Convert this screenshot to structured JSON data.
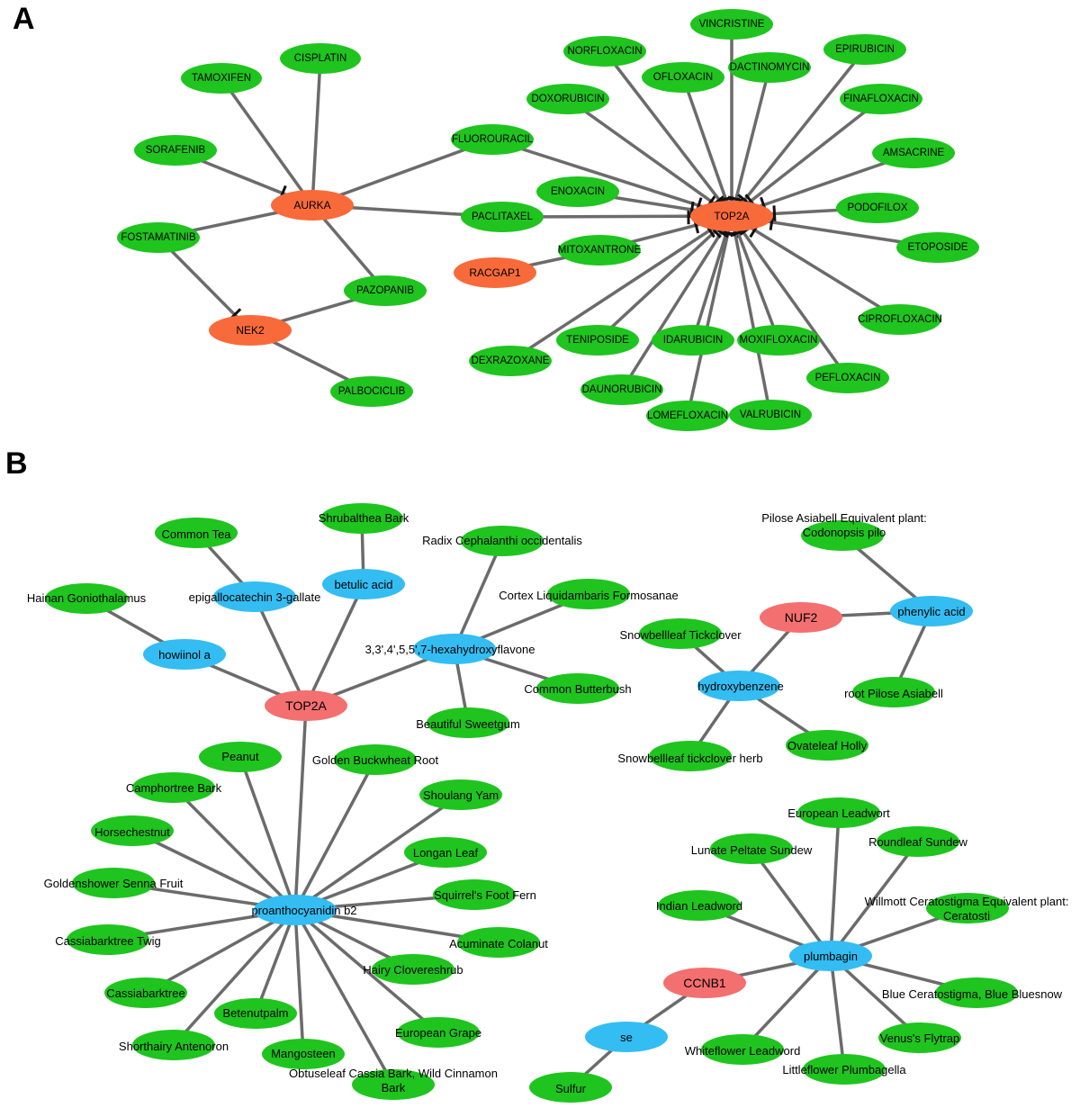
{
  "figure": {
    "panel_a_label": "A",
    "panel_b_label": "B",
    "colors": {
      "drug": "#1fc41f",
      "target_a": "#f96a3a",
      "target_b": "#f46f6f",
      "compound": "#33bdf2",
      "edge": "#6b6b6b",
      "inhibit_bar": "#111111",
      "text": "#000000"
    }
  },
  "panel_a": {
    "nodes": [
      {
        "id": "AURKA",
        "label": "AURKA",
        "kind": "target"
      },
      {
        "id": "NEK2",
        "label": "NEK2",
        "kind": "target"
      },
      {
        "id": "TOP2A",
        "label": "TOP2A",
        "kind": "target"
      },
      {
        "id": "RACGAP1",
        "label": "RACGAP1",
        "kind": "target"
      },
      {
        "id": "TAMOXIFEN",
        "label": "TAMOXIFEN",
        "kind": "drug"
      },
      {
        "id": "CISPLATIN",
        "label": "CISPLATIN",
        "kind": "drug"
      },
      {
        "id": "SORAFENIB",
        "label": "SORAFENIB",
        "kind": "drug"
      },
      {
        "id": "FOSTAMATINIB",
        "label": "FOSTAMATINIB",
        "kind": "drug"
      },
      {
        "id": "PAZOPANIB",
        "label": "PAZOPANIB",
        "kind": "drug"
      },
      {
        "id": "PALBOCICLIB",
        "label": "PALBOCICLIB",
        "kind": "drug"
      },
      {
        "id": "FLUOROURACIL",
        "label": "FLUOROURACIL",
        "kind": "drug"
      },
      {
        "id": "PACLITAXEL",
        "label": "PACLITAXEL",
        "kind": "drug"
      },
      {
        "id": "ENOXACIN",
        "label": "ENOXACIN",
        "kind": "drug"
      },
      {
        "id": "MITOXANTRONE",
        "label": "MITOXANTRONE",
        "kind": "drug"
      },
      {
        "id": "DOXORUBICIN",
        "label": "DOXORUBICIN",
        "kind": "drug"
      },
      {
        "id": "NORFLOXACIN",
        "label": "NORFLOXACIN",
        "kind": "drug"
      },
      {
        "id": "OFLOXACIN",
        "label": "OFLOXACIN",
        "kind": "drug"
      },
      {
        "id": "VINCRISTINE",
        "label": "VINCRISTINE",
        "kind": "drug"
      },
      {
        "id": "DACTINOMYCIN",
        "label": "DACTINOMYCIN",
        "kind": "drug"
      },
      {
        "id": "EPIRUBICIN",
        "label": "EPIRUBICIN",
        "kind": "drug"
      },
      {
        "id": "FINAFLOXACIN",
        "label": "FINAFLOXACIN",
        "kind": "drug"
      },
      {
        "id": "AMSACRINE",
        "label": "AMSACRINE",
        "kind": "drug"
      },
      {
        "id": "PODOFILOX",
        "label": "PODOFILOX",
        "kind": "drug"
      },
      {
        "id": "ETOPOSIDE",
        "label": "ETOPOSIDE",
        "kind": "drug"
      },
      {
        "id": "CIPROFLOXACIN",
        "label": "CIPROFLOXACIN",
        "kind": "drug"
      },
      {
        "id": "PEFLOXACIN",
        "label": "PEFLOXACIN",
        "kind": "drug"
      },
      {
        "id": "VALRUBICIN",
        "label": "VALRUBICIN",
        "kind": "drug"
      },
      {
        "id": "MOXIFLOXACIN",
        "label": "MOXIFLOXACIN",
        "kind": "drug"
      },
      {
        "id": "LOMEFLOXACIN",
        "label": "LOMEFLOXACIN",
        "kind": "drug"
      },
      {
        "id": "IDARUBICIN",
        "label": "IDARUBICIN",
        "kind": "drug"
      },
      {
        "id": "DAUNORUBICIN",
        "label": "DAUNORUBICIN",
        "kind": "drug"
      },
      {
        "id": "TENIPOSIDE",
        "label": "TENIPOSIDE",
        "kind": "drug"
      },
      {
        "id": "DEXRAZOXANE",
        "label": "DEXRAZOXANE",
        "kind": "drug"
      }
    ],
    "edges": [
      {
        "from": "TAMOXIFEN",
        "to": "AURKA"
      },
      {
        "from": "CISPLATIN",
        "to": "AURKA"
      },
      {
        "from": "SORAFENIB",
        "to": "AURKA",
        "inhibits": true
      },
      {
        "from": "FOSTAMATINIB",
        "to": "AURKA"
      },
      {
        "from": "PAZOPANIB",
        "to": "AURKA"
      },
      {
        "from": "FLUOROURACIL",
        "to": "AURKA"
      },
      {
        "from": "PACLITAXEL",
        "to": "AURKA"
      },
      {
        "from": "FOSTAMATINIB",
        "to": "NEK2",
        "inhibits": true
      },
      {
        "from": "PAZOPANIB",
        "to": "NEK2"
      },
      {
        "from": "PALBOCICLIB",
        "to": "NEK2"
      },
      {
        "from": "FLUOROURACIL",
        "to": "TOP2A",
        "inhibits": true
      },
      {
        "from": "PACLITAXEL",
        "to": "TOP2A",
        "inhibits": true
      },
      {
        "from": "ENOXACIN",
        "to": "TOP2A",
        "inhibits": true
      },
      {
        "from": "MITOXANTRONE",
        "to": "TOP2A",
        "inhibits": true
      },
      {
        "from": "RACGAP1",
        "to": "MITOXANTRONE"
      },
      {
        "from": "DOXORUBICIN",
        "to": "TOP2A",
        "inhibits": true
      },
      {
        "from": "NORFLOXACIN",
        "to": "TOP2A",
        "inhibits": true
      },
      {
        "from": "OFLOXACIN",
        "to": "TOP2A",
        "inhibits": true
      },
      {
        "from": "VINCRISTINE",
        "to": "TOP2A",
        "inhibits": true
      },
      {
        "from": "DACTINOMYCIN",
        "to": "TOP2A",
        "inhibits": true
      },
      {
        "from": "EPIRUBICIN",
        "to": "TOP2A",
        "inhibits": true
      },
      {
        "from": "FINAFLOXACIN",
        "to": "TOP2A",
        "inhibits": true
      },
      {
        "from": "AMSACRINE",
        "to": "TOP2A",
        "inhibits": true
      },
      {
        "from": "PODOFILOX",
        "to": "TOP2A",
        "inhibits": true
      },
      {
        "from": "ETOPOSIDE",
        "to": "TOP2A",
        "inhibits": true
      },
      {
        "from": "CIPROFLOXACIN",
        "to": "TOP2A",
        "inhibits": true
      },
      {
        "from": "PEFLOXACIN",
        "to": "TOP2A",
        "inhibits": true
      },
      {
        "from": "VALRUBICIN",
        "to": "TOP2A",
        "inhibits": true
      },
      {
        "from": "MOXIFLOXACIN",
        "to": "TOP2A",
        "inhibits": true
      },
      {
        "from": "LOMEFLOXACIN",
        "to": "TOP2A",
        "inhibits": true
      },
      {
        "from": "IDARUBICIN",
        "to": "TOP2A",
        "inhibits": true
      },
      {
        "from": "DAUNORUBICIN",
        "to": "TOP2A",
        "inhibits": true
      },
      {
        "from": "TENIPOSIDE",
        "to": "TOP2A",
        "inhibits": true
      },
      {
        "from": "DEXRAZOXANE",
        "to": "TOP2A",
        "inhibits": true
      }
    ]
  },
  "panel_b": {
    "nodes": [
      {
        "id": "TOP2A",
        "label": "TOP2A",
        "kind": "target"
      },
      {
        "id": "NUF2",
        "label": "NUF2",
        "kind": "target"
      },
      {
        "id": "CCNB1",
        "label": "CCNB1",
        "kind": "target"
      },
      {
        "id": "howiinol_a",
        "label": "howiinol a",
        "kind": "compound"
      },
      {
        "id": "egcg",
        "label": "epigallocatechin 3-gallate",
        "kind": "compound"
      },
      {
        "id": "betulic_acid",
        "label": "betulic acid",
        "kind": "compound"
      },
      {
        "id": "hexahydroxyflavone",
        "label": "3,3',4',5,5',7-hexahydroxyflavone",
        "kind": "compound"
      },
      {
        "id": "proanthocyanidin_b2",
        "label": "proanthocyanidin b2",
        "kind": "compound"
      },
      {
        "id": "hydroxybenzene",
        "label": "hydroxybenzene",
        "kind": "compound"
      },
      {
        "id": "phenylic_acid",
        "label": "phenylic acid",
        "kind": "compound"
      },
      {
        "id": "plumbagin",
        "label": "plumbagin",
        "kind": "compound"
      },
      {
        "id": "se",
        "label": "se",
        "kind": "compound"
      },
      {
        "id": "hainan",
        "label": "Hainan Goniothalamus",
        "kind": "herb"
      },
      {
        "id": "common_tea",
        "label": "Common Tea",
        "kind": "herb"
      },
      {
        "id": "shrubalthea",
        "label": "Shrubalthea Bark",
        "kind": "herb"
      },
      {
        "id": "radix_cephalanthi",
        "label": "Radix Cephalanthi occidentalis",
        "kind": "herb"
      },
      {
        "id": "cortex_liquidambaris",
        "label": "Cortex Liquidambaris Formosanae",
        "kind": "herb"
      },
      {
        "id": "common_butterbush",
        "label": "Common Butterbush",
        "kind": "herb"
      },
      {
        "id": "beautiful_sweetgum",
        "label": "Beautiful Sweetgum",
        "kind": "herb"
      },
      {
        "id": "pilose_equiv",
        "label": "Pilose Asiabell Equivalent plant:\nCodonopsis pilo",
        "kind": "herb"
      },
      {
        "id": "root_pilose",
        "label": "root Pilose Asiabell",
        "kind": "herb"
      },
      {
        "id": "snowbell_tick",
        "label": "Snowbellleaf Tickclover",
        "kind": "herb"
      },
      {
        "id": "snowbell_herb",
        "label": "Snowbellleaf tickclover herb",
        "kind": "herb"
      },
      {
        "id": "ovateleaf",
        "label": "Ovateleaf Holly",
        "kind": "herb"
      },
      {
        "id": "peanut",
        "label": "Peanut",
        "kind": "herb"
      },
      {
        "id": "golden_buckwheat",
        "label": "Golden Buckwheat Root",
        "kind": "herb"
      },
      {
        "id": "camphortree",
        "label": "Camphortree Bark",
        "kind": "herb"
      },
      {
        "id": "shoulang",
        "label": "Shoulang Yam",
        "kind": "herb"
      },
      {
        "id": "horsechestnut",
        "label": "Horsechestnut",
        "kind": "herb"
      },
      {
        "id": "longan",
        "label": "Longan Leaf",
        "kind": "herb"
      },
      {
        "id": "goldenshower",
        "label": "Goldenshower Senna Fruit",
        "kind": "herb"
      },
      {
        "id": "squirrel",
        "label": "Squirrel's Foot Fern",
        "kind": "herb"
      },
      {
        "id": "cassiabark_twig",
        "label": "Cassiabarktree Twig",
        "kind": "herb"
      },
      {
        "id": "acuminate",
        "label": "Acuminate Colanut",
        "kind": "herb"
      },
      {
        "id": "hairy",
        "label": "Hairy Clovereshrub",
        "kind": "herb"
      },
      {
        "id": "cassiabarktree",
        "label": "Cassiabarktree",
        "kind": "herb"
      },
      {
        "id": "betenutpalm",
        "label": "Betenutpalm",
        "kind": "herb"
      },
      {
        "id": "european_grape",
        "label": "European Grape",
        "kind": "herb"
      },
      {
        "id": "shorthairy",
        "label": "Shorthairy Antenoron",
        "kind": "herb"
      },
      {
        "id": "mangosteen",
        "label": "Mangosteen",
        "kind": "herb"
      },
      {
        "id": "obtuseleaf",
        "label": "Obtuseleaf Cassia Bark, Wild Cinnamon\nBark",
        "kind": "herb"
      },
      {
        "id": "european_leadwort",
        "label": "European Leadwort",
        "kind": "herb"
      },
      {
        "id": "lunate",
        "label": "Lunate Peltate Sundew",
        "kind": "herb"
      },
      {
        "id": "roundleaf",
        "label": "Roundleaf Sundew",
        "kind": "herb"
      },
      {
        "id": "indian_leadword",
        "label": "Indian Leadword",
        "kind": "herb"
      },
      {
        "id": "willmott",
        "label": "Willmott Ceratostigma Equivalent plant:\nCeratosti",
        "kind": "herb"
      },
      {
        "id": "blue_ceratostigma",
        "label": "Blue Ceratostigma, Blue Bluesnow",
        "kind": "herb"
      },
      {
        "id": "venus",
        "label": "Venus's Flytrap",
        "kind": "herb"
      },
      {
        "id": "whiteflower",
        "label": "Whiteflower Leadword",
        "kind": "herb"
      },
      {
        "id": "littleflower",
        "label": "Littleflower Plumbagella",
        "kind": "herb"
      },
      {
        "id": "sulfur",
        "label": "Sulfur",
        "kind": "herb"
      }
    ],
    "edges": [
      {
        "from": "hainan",
        "to": "howiinol_a"
      },
      {
        "from": "howiinol_a",
        "to": "TOP2A"
      },
      {
        "from": "common_tea",
        "to": "egcg"
      },
      {
        "from": "egcg",
        "to": "TOP2A"
      },
      {
        "from": "shrubalthea",
        "to": "betulic_acid"
      },
      {
        "from": "betulic_acid",
        "to": "TOP2A"
      },
      {
        "from": "hexahydroxyflavone",
        "to": "TOP2A"
      },
      {
        "from": "radix_cephalanthi",
        "to": "hexahydroxyflavone"
      },
      {
        "from": "cortex_liquidambaris",
        "to": "hexahydroxyflavone"
      },
      {
        "from": "common_butterbush",
        "to": "hexahydroxyflavone"
      },
      {
        "from": "beautiful_sweetgum",
        "to": "hexahydroxyflavone"
      },
      {
        "from": "proanthocyanidin_b2",
        "to": "TOP2A"
      },
      {
        "from": "peanut",
        "to": "proanthocyanidin_b2"
      },
      {
        "from": "golden_buckwheat",
        "to": "proanthocyanidin_b2"
      },
      {
        "from": "camphortree",
        "to": "proanthocyanidin_b2"
      },
      {
        "from": "shoulang",
        "to": "proanthocyanidin_b2"
      },
      {
        "from": "horsechestnut",
        "to": "proanthocyanidin_b2"
      },
      {
        "from": "longan",
        "to": "proanthocyanidin_b2"
      },
      {
        "from": "goldenshower",
        "to": "proanthocyanidin_b2"
      },
      {
        "from": "squirrel",
        "to": "proanthocyanidin_b2"
      },
      {
        "from": "cassiabark_twig",
        "to": "proanthocyanidin_b2"
      },
      {
        "from": "acuminate",
        "to": "proanthocyanidin_b2"
      },
      {
        "from": "hairy",
        "to": "proanthocyanidin_b2"
      },
      {
        "from": "cassiabarktree",
        "to": "proanthocyanidin_b2"
      },
      {
        "from": "betenutpalm",
        "to": "proanthocyanidin_b2"
      },
      {
        "from": "european_grape",
        "to": "proanthocyanidin_b2"
      },
      {
        "from": "shorthairy",
        "to": "proanthocyanidin_b2"
      },
      {
        "from": "mangosteen",
        "to": "proanthocyanidin_b2"
      },
      {
        "from": "obtuseleaf",
        "to": "proanthocyanidin_b2"
      },
      {
        "from": "hydroxybenzene",
        "to": "NUF2"
      },
      {
        "from": "phenylic_acid",
        "to": "NUF2"
      },
      {
        "from": "pilose_equiv",
        "to": "phenylic_acid"
      },
      {
        "from": "root_pilose",
        "to": "phenylic_acid"
      },
      {
        "from": "snowbell_tick",
        "to": "hydroxybenzene"
      },
      {
        "from": "snowbell_herb",
        "to": "hydroxybenzene"
      },
      {
        "from": "ovateleaf",
        "to": "hydroxybenzene"
      },
      {
        "from": "plumbagin",
        "to": "CCNB1"
      },
      {
        "from": "se",
        "to": "CCNB1"
      },
      {
        "from": "sulfur",
        "to": "se"
      },
      {
        "from": "european_leadwort",
        "to": "plumbagin"
      },
      {
        "from": "lunate",
        "to": "plumbagin"
      },
      {
        "from": "roundleaf",
        "to": "plumbagin"
      },
      {
        "from": "indian_leadword",
        "to": "plumbagin"
      },
      {
        "from": "willmott",
        "to": "plumbagin"
      },
      {
        "from": "blue_ceratostigma",
        "to": "plumbagin"
      },
      {
        "from": "venus",
        "to": "plumbagin"
      },
      {
        "from": "whiteflower",
        "to": "plumbagin"
      },
      {
        "from": "littleflower",
        "to": "plumbagin"
      }
    ]
  }
}
